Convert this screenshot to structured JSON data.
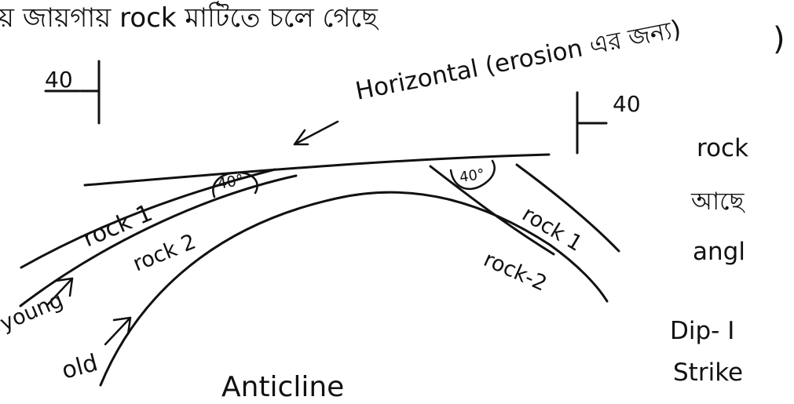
{
  "header_fragment": "য় জায়গায় rock মাটিতে চলে গেছে",
  "erosion_note": "Horizontal (erosion এর জন্য)",
  "closing_paren": ")",
  "left_dip_value": "40",
  "right_dip_value": "40",
  "angle_left": "40°",
  "angle_right": "40°",
  "labels": {
    "rock1_left": "rock 1",
    "rock2_left": "rock 2",
    "rock1_right": "rock 1",
    "rock2_right": "rock-2",
    "young": "young",
    "old": "old",
    "title": "Anticline"
  },
  "side_text": {
    "line1": "rock",
    "line2": "আছে",
    "line3": "angl",
    "line4": "Dip- I",
    "line5": "Strike"
  }
}
